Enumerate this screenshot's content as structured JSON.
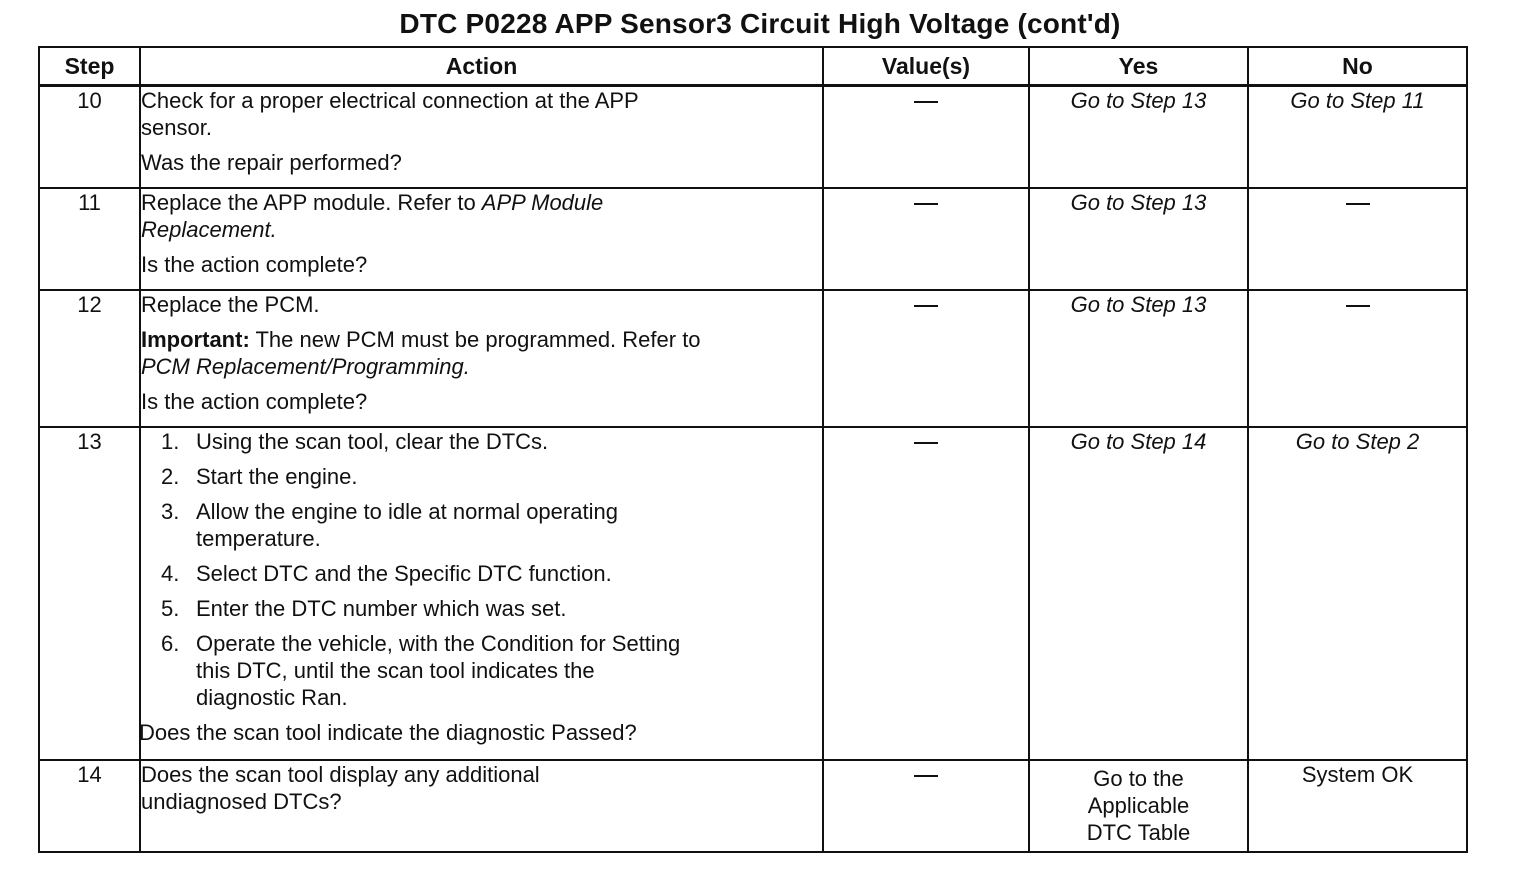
{
  "title": "DTC P0228 APP Sensor3 Circuit High Voltage  (cont'd)",
  "headers": {
    "step": "Step",
    "action": "Action",
    "values": "Value(s)",
    "yes": "Yes",
    "no": "No"
  },
  "rows": [
    {
      "step": "10",
      "action_lines": [
        "Check for a proper electrical connection at the APP",
        "sensor."
      ],
      "question": "Was the repair performed?",
      "value": "—",
      "yes": "Go to Step 13",
      "no": "Go to Step 11"
    },
    {
      "step": "11",
      "action_prefix": "Replace the APP module. Refer to ",
      "action_ref_a": "APP Module",
      "action_ref_b": "Replacement.",
      "question": "Is the action complete?",
      "value": "—",
      "yes": "Go to Step 13",
      "no": "—"
    },
    {
      "step": "12",
      "action_first": "Replace the PCM.",
      "important_label": "Important:",
      "important_text": " The new PCM must be programmed. Refer to",
      "important_ref": "PCM Replacement/Programming.",
      "question": "Is the action complete?",
      "value": "—",
      "yes": "Go to Step 13",
      "no": "—"
    },
    {
      "step": "13",
      "list": [
        {
          "n": "1.",
          "lines": [
            "Using the scan tool, clear the DTCs."
          ]
        },
        {
          "n": "2.",
          "lines": [
            "Start the engine."
          ]
        },
        {
          "n": "3.",
          "lines": [
            "Allow the engine to idle at normal operating",
            "temperature."
          ]
        },
        {
          "n": "4.",
          "lines": [
            "Select DTC and the Specific DTC function."
          ]
        },
        {
          "n": "5.",
          "lines": [
            "Enter the DTC number which was set."
          ]
        },
        {
          "n": "6.",
          "lines": [
            "Operate the vehicle, with the Condition for Setting",
            "this DTC, until the scan tool indicates the",
            "diagnostic Ran."
          ]
        }
      ],
      "question": "Does the scan tool indicate the diagnostic Passed?",
      "value": "—",
      "yes": "Go to Step 14",
      "no": "Go to Step 2"
    },
    {
      "step": "14",
      "action_lines": [
        "Does the scan tool display any additional",
        "undiagnosed DTCs?"
      ],
      "value": "—",
      "yes_lines": [
        "Go to the",
        "Applicable",
        "DTC Table"
      ],
      "no": "System OK"
    }
  ]
}
